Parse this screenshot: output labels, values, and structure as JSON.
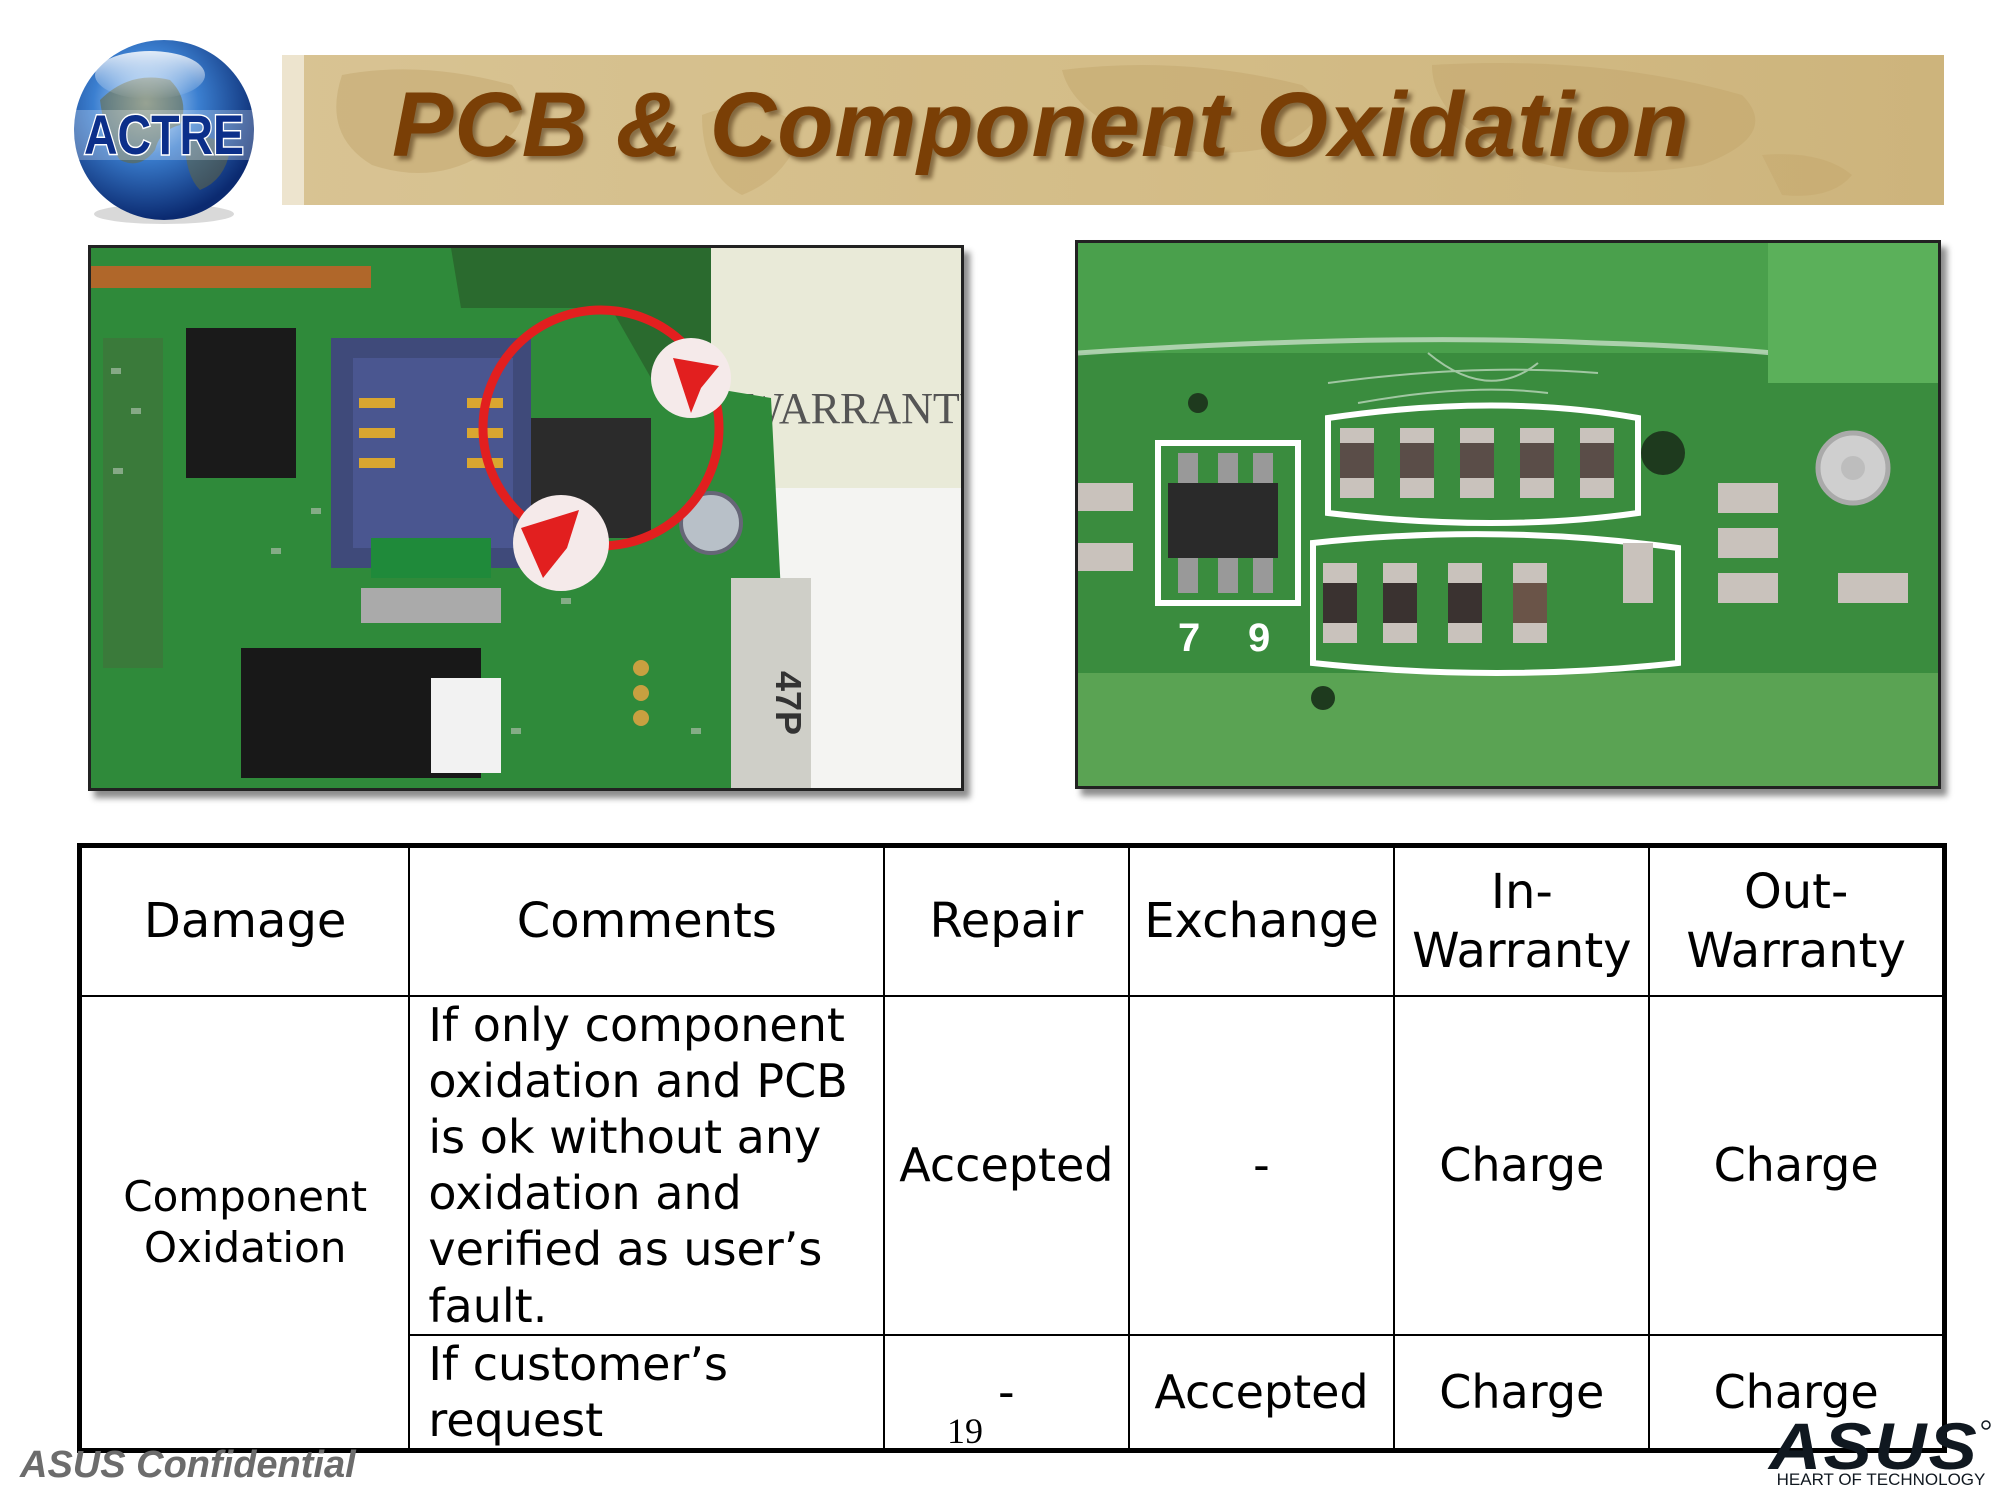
{
  "header": {
    "logo_text": "ACTRE",
    "title": "PCB & Component Oxidation"
  },
  "photos": {
    "left_label": "WARRANTY:",
    "left_chip_text": "47P",
    "right_markings": [
      "7",
      "9"
    ]
  },
  "table": {
    "headers": [
      "Damage",
      "Comments",
      "Repair",
      "Exchange",
      "In-\nWarranty",
      "Out-\nWarranty"
    ],
    "damage": "Component\nOxidation",
    "rows": [
      {
        "comments": "If only component oxidation and PCB is ok without any oxidation and verified as user’s fault.",
        "repair": "Accepted",
        "exchange": "-",
        "in_warranty": "Charge",
        "out_warranty": "Charge"
      },
      {
        "comments": "If customer’s request",
        "repair": "-",
        "exchange": "Accepted",
        "in_warranty": "Charge",
        "out_warranty": "Charge"
      }
    ]
  },
  "footer": {
    "page_number": "19",
    "confidential": "ASUS Confidential",
    "brand": "ASUS",
    "tagline": "HEART OF TECHNOLOGY"
  },
  "colors": {
    "title_text": "#7a3f06",
    "banner": "#d4bd88",
    "pcb_green": "#2f8a3a",
    "confidential_gray": "#6c6c6c",
    "asus_navy": "#101820"
  }
}
